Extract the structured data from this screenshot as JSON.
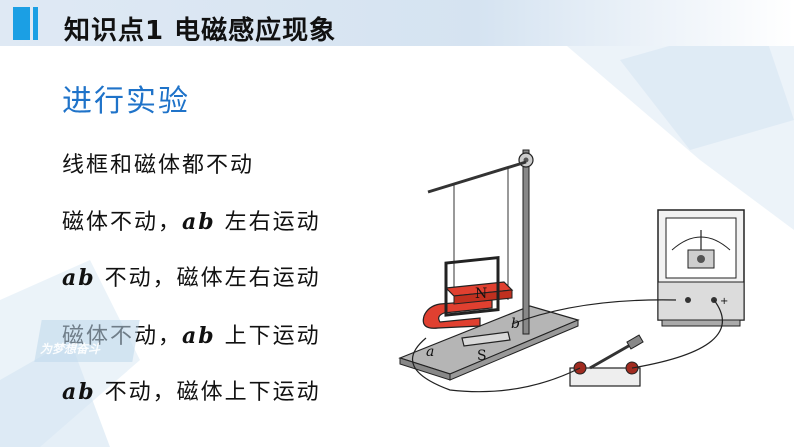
{
  "header": {
    "title": "知识点1  电磁感应现象"
  },
  "section": {
    "title": "进行实验"
  },
  "experiments": [
    {
      "pre": "线框和磁体都不动",
      "ab": "",
      "post": ""
    },
    {
      "pre": "磁体不动，",
      "ab": "ab",
      "post": " 左右运动"
    },
    {
      "pre": "",
      "ab": "ab",
      "post": " 不动，磁体左右运动"
    },
    {
      "pre": "磁体不动，",
      "ab": "ab",
      "post": " 上下运动"
    },
    {
      "pre": "",
      "ab": "ab",
      "post": " 不动，磁体上下运动"
    }
  ],
  "watermark": {
    "text": "为梦想奋斗"
  },
  "diagram": {
    "magnet_north": "N",
    "magnet_south": "S",
    "point_a": "a",
    "point_b": "b"
  },
  "colors": {
    "accent": "#1b9fe4",
    "section": "#1f73c9",
    "magnet_red": "#e04030"
  }
}
